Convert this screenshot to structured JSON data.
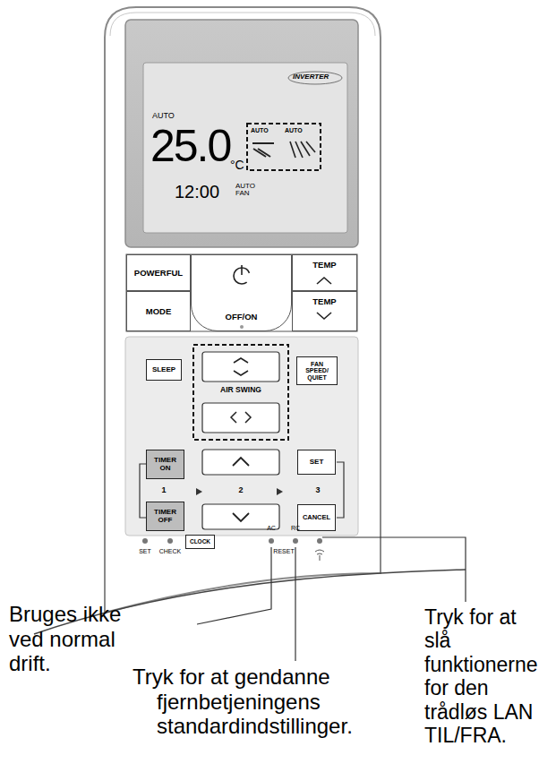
{
  "diagram": {
    "nodes": [
      {
        "text": [
          "INVERTER",
          "AUTO",
          "25.0",
          "°C",
          "AUTO",
          "AUTO",
          "12:00",
          "AUTO FAN"
        ]
      },
      {
        "text": [
          "POWERFUL"
        ]
      },
      {
        "text": [
          "OFF/ON"
        ]
      },
      {
        "text": [
          "TEMP"
        ]
      },
      {
        "text": [
          "MODE"
        ]
      },
      {
        "text": [
          "TEMP"
        ]
      },
      {
        "text": [
          "SLEEP"
        ]
      },
      {
        "text": [
          "FAN SPEED/ QUIET"
        ]
      },
      {
        "text": [
          "TIMER ON"
        ]
      },
      {
        "text": [
          "TIMER OFF"
        ]
      },
      {
        "text": [
          "SET"
        ]
      },
      {
        "text": [
          "CANCEL"
        ]
      },
      {
        "text": [
          "CLOCK"
        ]
      }
    ],
    "labels": [
      "AIR SWING",
      "1",
      "2",
      "3",
      "SET",
      "CHECK",
      "AC",
      "RC",
      "RESET",
      "Bruges ikke ved normal drift.",
      "Tryk for at gendanne fjernbetjeningens standardindstillinger.",
      "Tryk for at slå funktionerne for den trådløs LAN TIL/FRA."
    ]
  }
}
